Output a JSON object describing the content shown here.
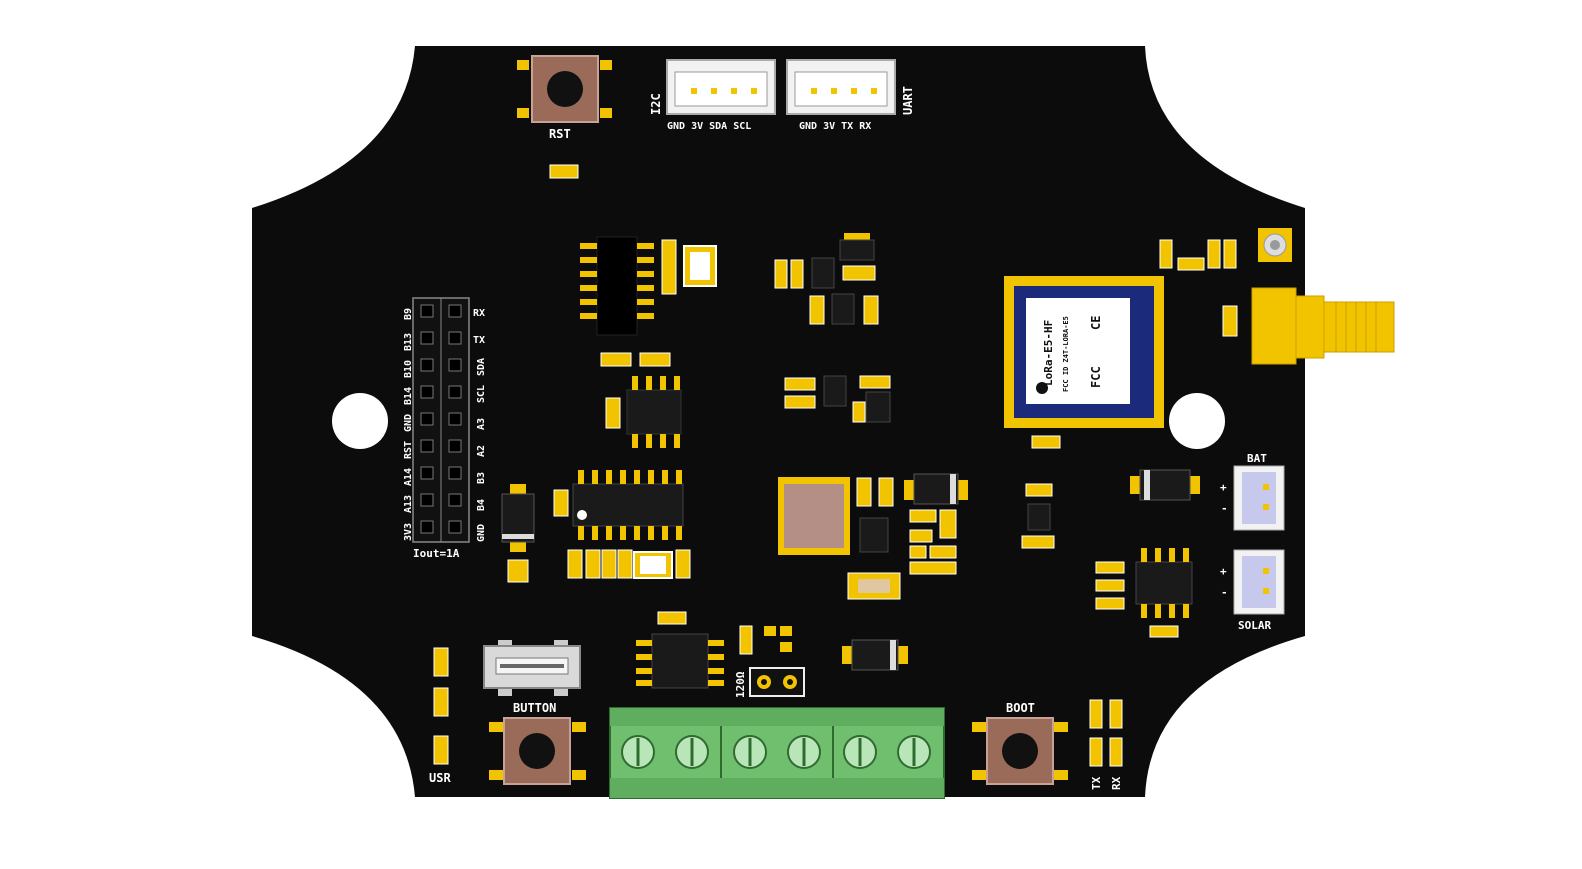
{
  "board": {
    "colors": {
      "pcb": "#0c0c0c",
      "pad": "#f2c400",
      "silk": "#ffffff",
      "button_cap": "#9b6b5a",
      "terminal": "#6fbf6f",
      "connector": "#f2f2f2",
      "module_blue": "#1b2a7a",
      "inductor": "#b48f86"
    },
    "labels": {
      "rst": "RST",
      "i2c": "I2C",
      "uart": "UART",
      "i2c_pins": "GND 3V SDA SCL",
      "uart_pins": "GND 3V TX RX",
      "iout": "Iout=1A",
      "button": "BUTTON",
      "usr": "USR",
      "boot": "BOOT",
      "ohm": "120Ω",
      "tx": "TX",
      "rx": "RX",
      "bat": "BAT",
      "solar": "SOLAR",
      "plus": "+",
      "minus": "-"
    },
    "header_left": [
      "3V3",
      "A13",
      "A14",
      "RST",
      "GND",
      "B14",
      "B10",
      "B13",
      "B9"
    ],
    "header_right": [
      "GND",
      "B4",
      "B3",
      "A2",
      "A3",
      "SCL",
      "SDA",
      "TX",
      "RX"
    ],
    "module": {
      "title": "LoRa-E5-HF",
      "fcc_id": "FCC ID Z4T-LORA-E5",
      "fcc": "FCC",
      "ce": "CE"
    }
  }
}
